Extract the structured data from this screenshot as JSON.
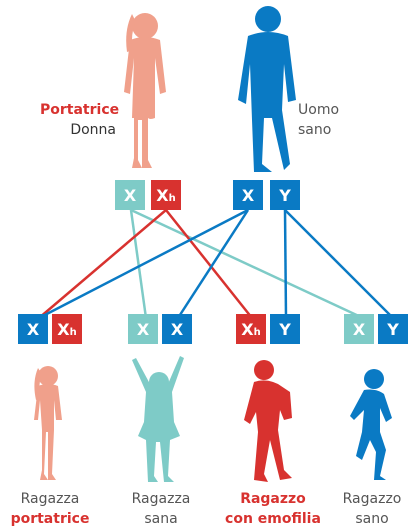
{
  "colors": {
    "carrier_red": "#d8322f",
    "woman_pink": "#f0a08b",
    "man_blue": "#0a7ac4",
    "girl_teal": "#7ecbc7"
  },
  "parents": {
    "mother": {
      "label_line1": "Portatrice",
      "label_line2": "Donna",
      "chromosomes": [
        "X",
        "X"
      ],
      "subscripts": [
        "",
        "h"
      ]
    },
    "father": {
      "label_line1": "Uomo",
      "label_line2": "sano",
      "chromosomes": [
        "X",
        "Y"
      ]
    }
  },
  "children": [
    {
      "label_line1": "Ragazza",
      "label_line2": "portatrice",
      "chromosomes": [
        "X",
        "X"
      ],
      "subscripts": [
        "",
        "h"
      ]
    },
    {
      "label_line1": "Ragazza",
      "label_line2": "sana",
      "chromosomes": [
        "X",
        "X"
      ],
      "subscripts": [
        "",
        ""
      ]
    },
    {
      "label_line1": "Ragazzo",
      "label_line2": "con emofilia",
      "chromosomes": [
        "X",
        "Y"
      ],
      "subscripts": [
        "h",
        ""
      ]
    },
    {
      "label_line1": "Ragazzo",
      "label_line2": "sano",
      "chromosomes": [
        "X",
        "Y"
      ],
      "subscripts": [
        "",
        ""
      ]
    }
  ],
  "icons": [
    "woman-silhouette-icon",
    "man-silhouette-icon",
    "girl-silhouette-icon",
    "girl-jumping-silhouette-icon",
    "boy-backpack-silhouette-icon",
    "boy-running-silhouette-icon"
  ]
}
